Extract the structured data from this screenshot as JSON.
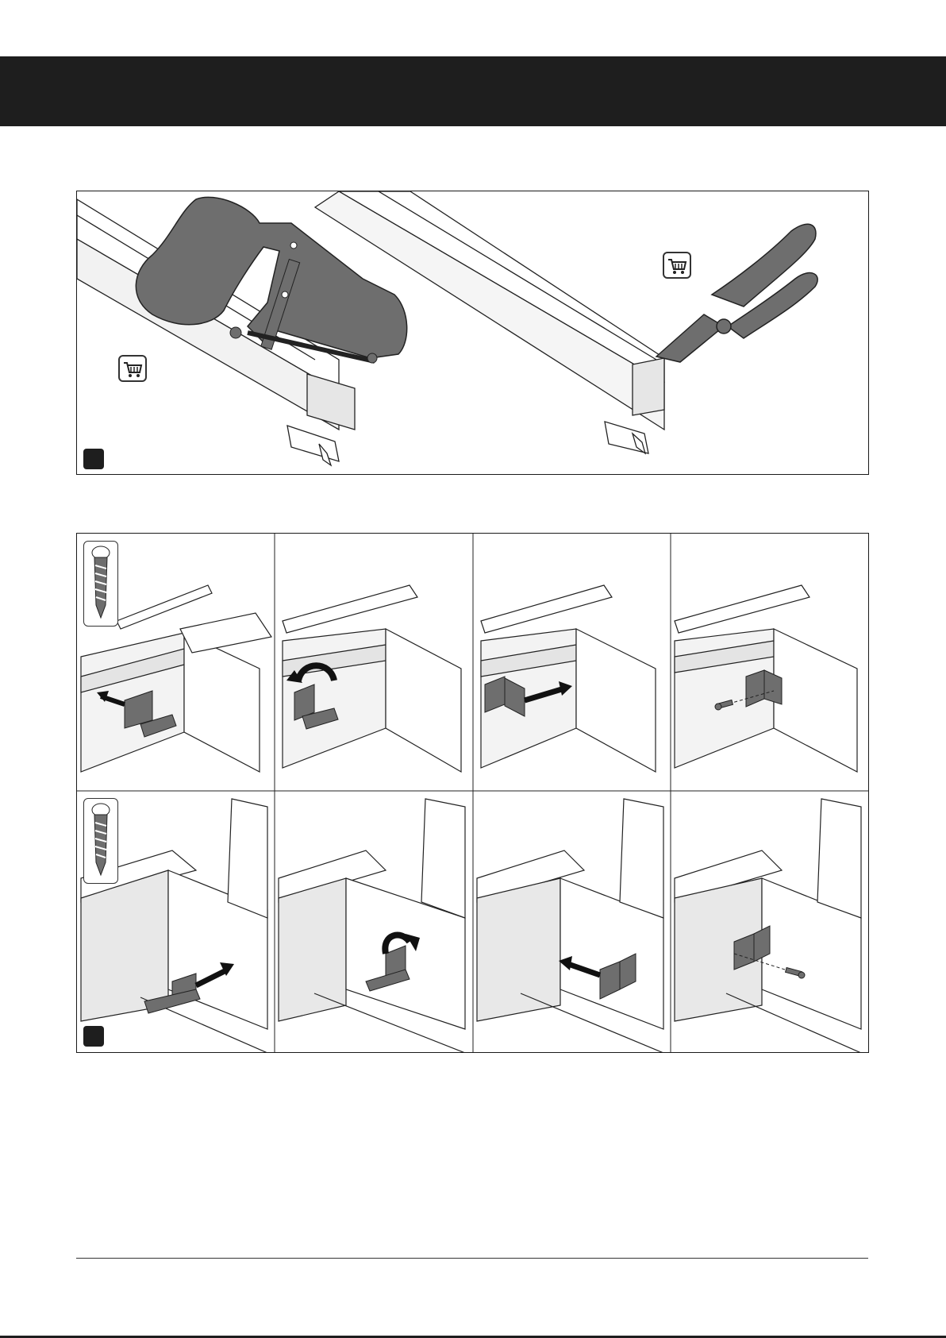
{
  "header": {
    "band_color": "#1e1e1e"
  },
  "steps": [
    {
      "badge": "",
      "tools": [
        "hacksaw-icon",
        "pliers-icon"
      ],
      "cart_badges": 2
    },
    {
      "badge": "",
      "rows": 2,
      "cols": 4,
      "screw_insets": 2
    }
  ],
  "colors": {
    "tool_grey": "#6e6e6e",
    "profile_shade": "#e4e4e4",
    "ink": "#1e1e1e"
  }
}
